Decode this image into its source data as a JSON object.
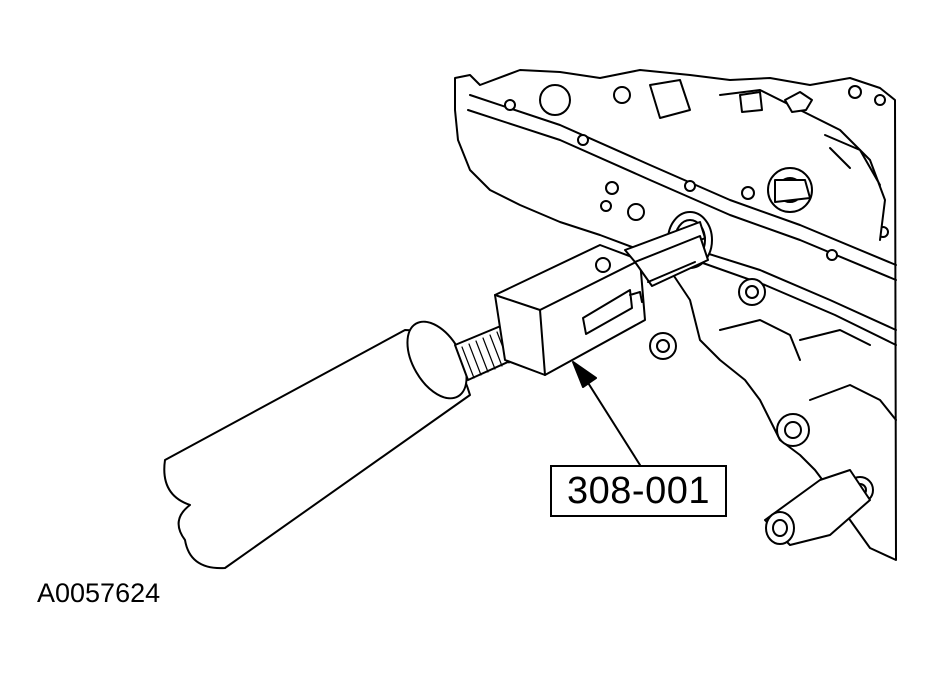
{
  "callout": {
    "tool_number": "308-001"
  },
  "figure": {
    "id": "A0057624"
  },
  "colors": {
    "line": "#000000",
    "background": "#ffffff"
  },
  "icons": [
    "slide-hammer-tool",
    "engine-block",
    "leader-arrow"
  ]
}
